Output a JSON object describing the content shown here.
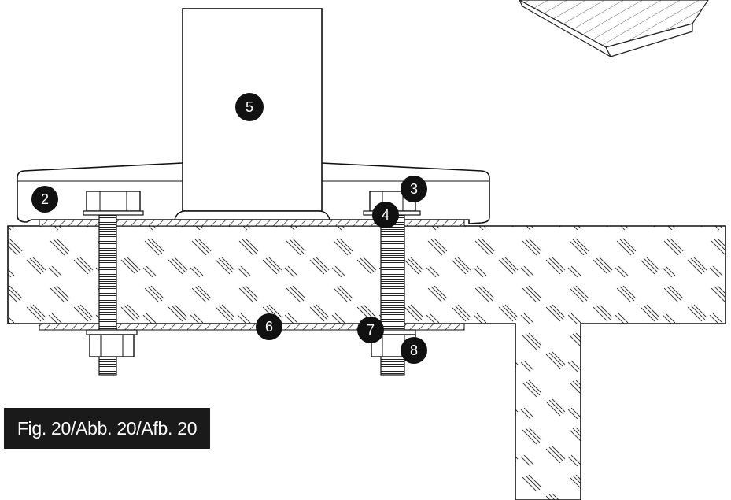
{
  "caption": "Fig. 20/Abb. 20/Afb. 20",
  "callouts": [
    {
      "id": "callout-2",
      "label": "2"
    },
    {
      "id": "callout-3",
      "label": "3"
    },
    {
      "id": "callout-4",
      "label": "4"
    },
    {
      "id": "callout-5",
      "label": "5"
    },
    {
      "id": "callout-6",
      "label": "6"
    },
    {
      "id": "callout-7",
      "label": "7"
    },
    {
      "id": "callout-8",
      "label": "8"
    }
  ]
}
